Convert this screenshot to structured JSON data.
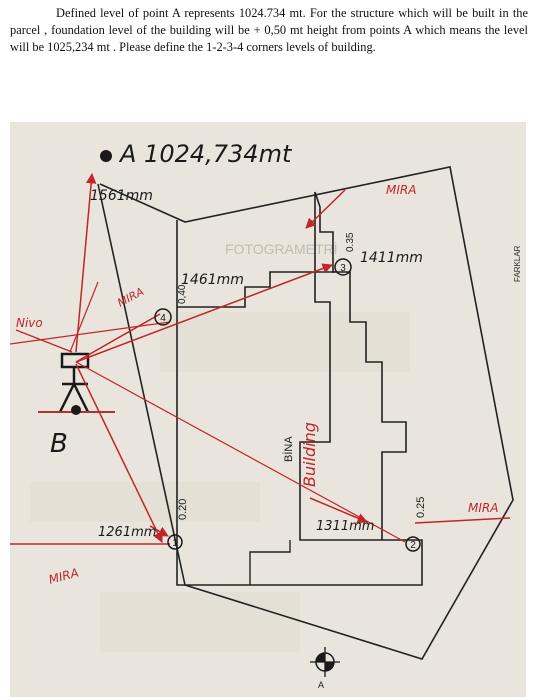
{
  "question": {
    "text": "Defined level of point A represents 1024.734 mt. For the structure which will be built in the parcel , foundation level of the building will be + 0,50 mt height from points A which means the level will be 1025,234 mt . Please define the 1-2-3-4 corners levels of building."
  },
  "photo": {
    "point_a_label": "A 1024,734mt",
    "station_label": "B",
    "nivo_label": "Nivo",
    "readings": {
      "r_a": "1561mm",
      "r_4": "1461mm",
      "r_3": "1411mm",
      "r_1": "1261mm",
      "r_2": "1311mm"
    },
    "mira_labels": {
      "top_right": "MIRA",
      "left_mid": "MIRA",
      "left_bottom": "MIRA",
      "right_bottom": "MIRA"
    },
    "corners": {
      "c1": "1",
      "c2": "2",
      "c3": "3",
      "c4": "4"
    },
    "heights": {
      "h1": "0.20",
      "h2": "0.25",
      "h3": "0.35",
      "h4": "0,40"
    },
    "building_label": "BİNA",
    "building_word": "Building",
    "printed_faded": "FOTOGRAMETRİ",
    "edge_text": "FARKLAR"
  },
  "colors": {
    "ink_red": "#c0262b",
    "ink_black": "#1a1a1a",
    "paper": "#e9e5dc"
  }
}
